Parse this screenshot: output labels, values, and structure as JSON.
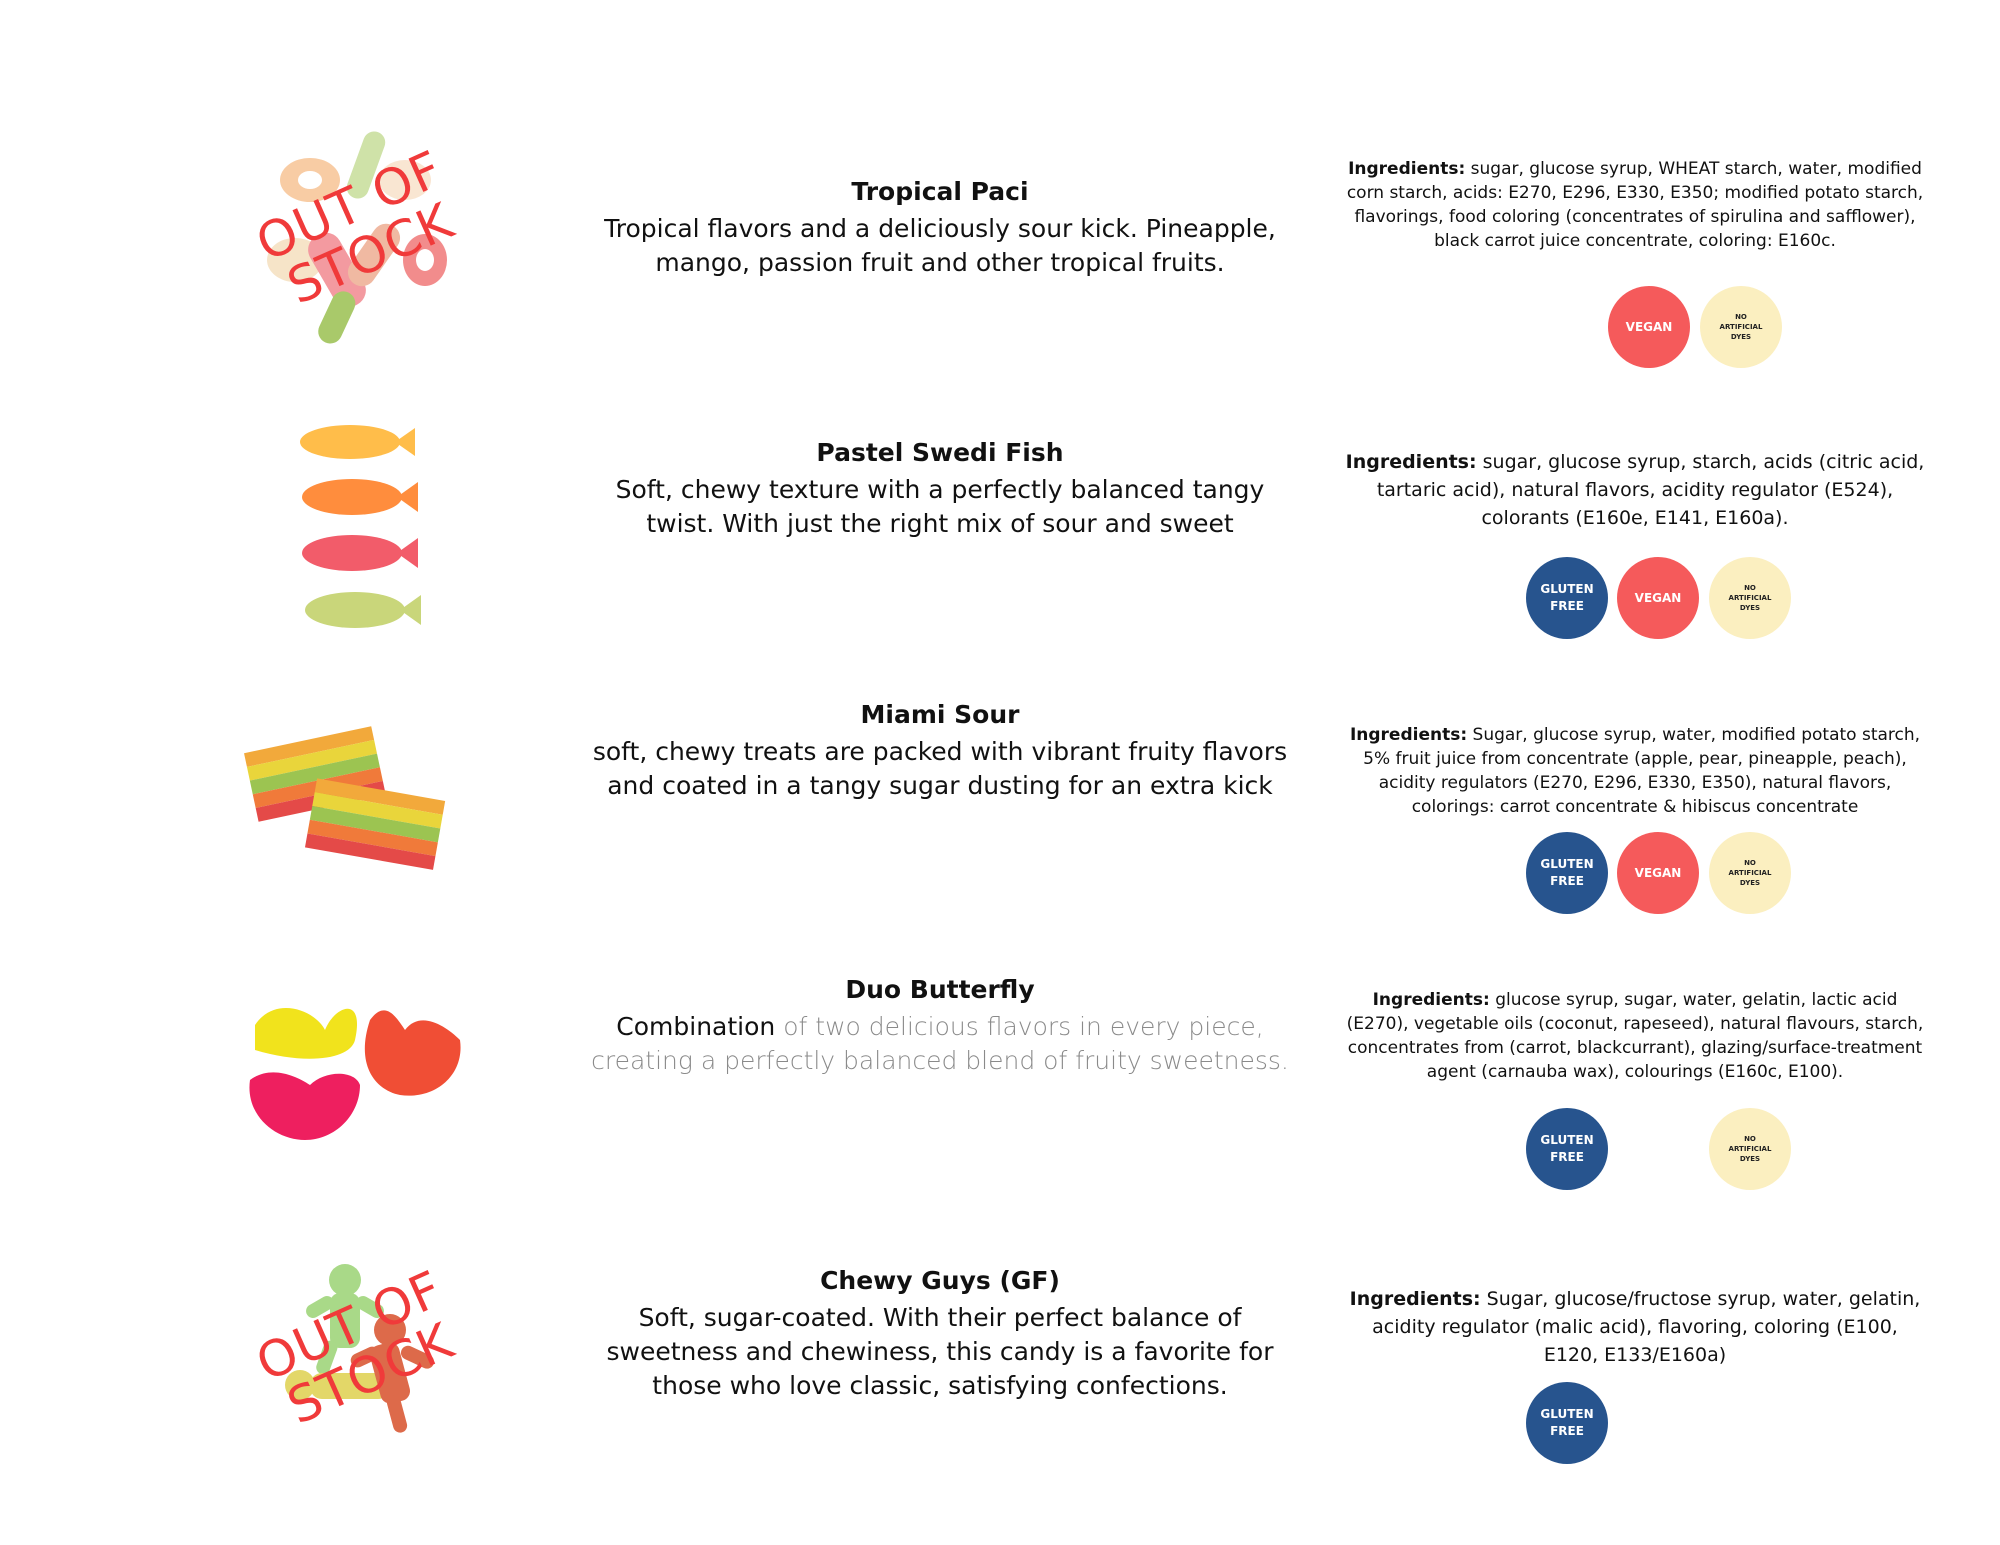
{
  "ingredients_label": "Ingredients:",
  "out_of_stock": [
    "OUT OF",
    "STOCK"
  ],
  "badges": {
    "gluten_free": [
      "GLUTEN",
      "FREE"
    ],
    "vegan": "VEGAN",
    "no_dyes": [
      "NO",
      "ARTIFICIAL",
      "DYES"
    ]
  },
  "products": [
    {
      "name": "Tropical Paci",
      "description": "Tropical flavors and a deliciously sour kick. Pineapple, mango, passion fruit and other tropical fruits.",
      "ingredients": "sugar, glucose syrup, WHEAT starch, water, modified corn starch, acids: E270, E296, E330, E350; modified potato starch, flavorings, food coloring (concentrates of spirulina and safflower), black carrot juice concentrate, coloring: E160c.",
      "out_of_stock": true
    },
    {
      "name": "Pastel Swedi Fish",
      "description": "Soft, chewy texture with a perfectly balanced tangy twist. With just the right mix of sour and sweet",
      "ingredients": "sugar, glucose syrup, starch, acids (citric acid, tartaric acid), natural flavors, acidity regulator (E524), colorants (E160e, E141, E160a).",
      "out_of_stock": false
    },
    {
      "name": "Miami Sour",
      "description": "soft, chewy treats are packed with vibrant fruity flavors and coated in a tangy sugar dusting for an extra kick",
      "ingredients": "Sugar, glucose syrup, water, modified potato starch, 5% fruit juice from concentrate (apple, pear, pineapple, peach), acidity regulators (E270, E296, E330, E350), natural flavors, colorings: carrot concentrate & hibiscus concentrate",
      "out_of_stock": false
    },
    {
      "name": "Duo Butterfly",
      "description_dark": "Combination",
      "description_light": " of two delicious flavors in every piece, creating a perfectly balanced blend of fruity sweetness.",
      "ingredients": "glucose syrup, sugar, water, gelatin, lactic acid (E270), vegetable oils (coconut, rapeseed), natural flavours, starch, concentrates from (carrot, blackcurrant), glazing/surface-treatment agent (carnauba wax), colourings (E160c, E100).",
      "out_of_stock": false
    },
    {
      "name": "Chewy Guys (GF)",
      "description": "Soft, sugar-coated. With their perfect balance of sweetness and chewiness, this candy is a favorite for those who love classic, satisfying confections.",
      "ingredients": "Sugar, glucose/fructose syrup, water, gelatin, acidity regulator (malic acid), flavoring, coloring (E100, E120, E133/E160a)",
      "out_of_stock": true
    }
  ]
}
